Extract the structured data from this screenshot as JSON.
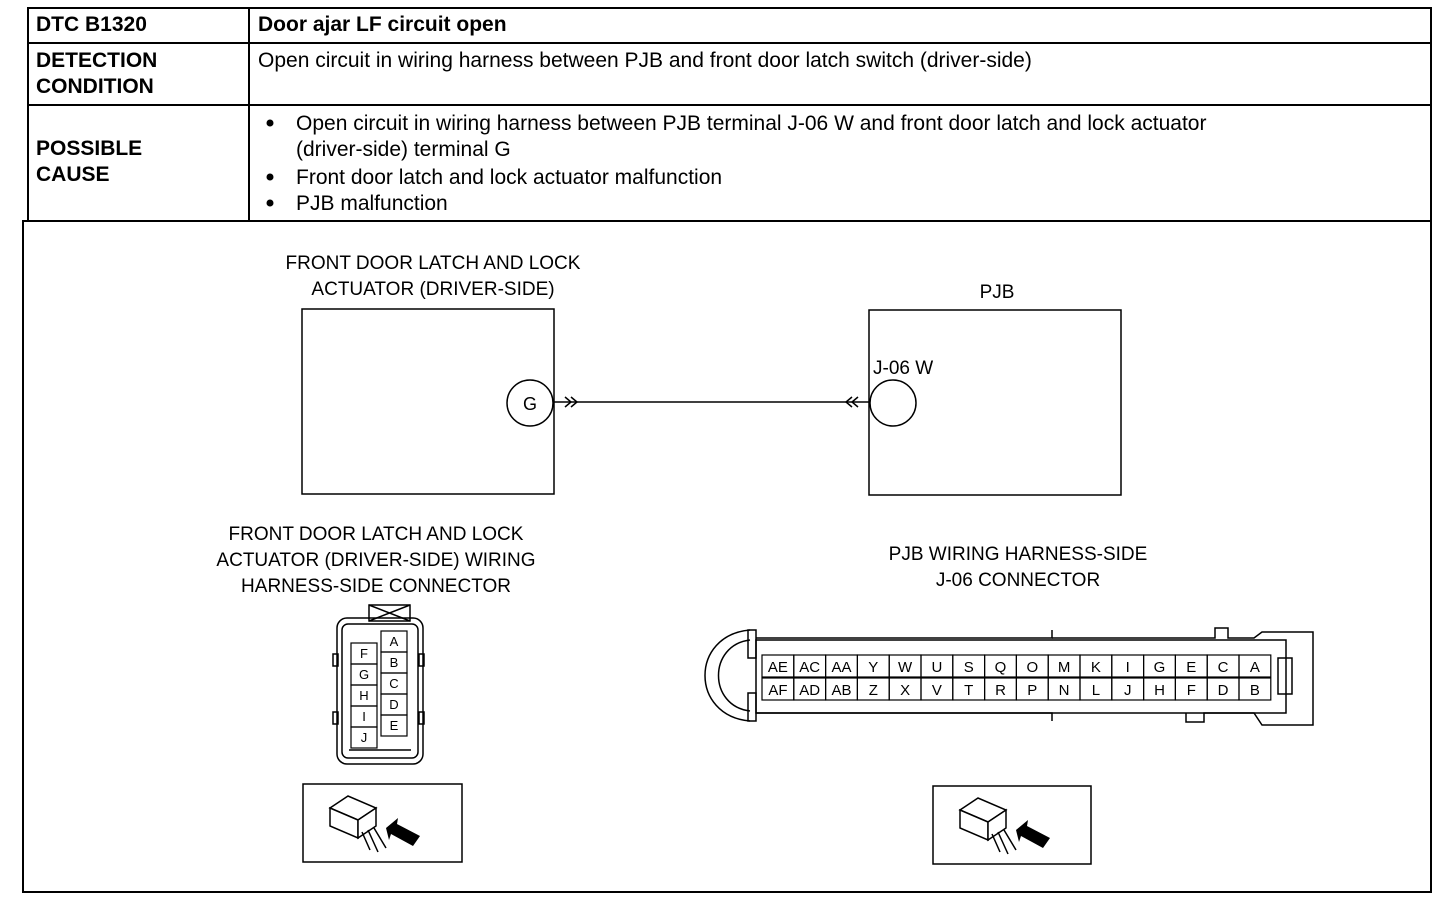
{
  "dtc": {
    "code_label": "DTC B1320",
    "title": "Door ajar LF circuit open"
  },
  "detection": {
    "label_line1": "DETECTION",
    "label_line2": "CONDITION",
    "text": "Open circuit in wiring harness between PJB and front door latch switch (driver-side)"
  },
  "possible_cause": {
    "label_line1": "POSSIBLE",
    "label_line2": "CAUSE",
    "items": [
      {
        "line1": "Open circuit in wiring harness between PJB terminal J-06 W and front door latch and lock actuator",
        "line2": "(driver-side) terminal G"
      },
      {
        "line1": "Front door latch and lock actuator malfunction"
      },
      {
        "line1": "PJB malfunction"
      }
    ]
  },
  "diagram": {
    "actuator_title_line1": "FRONT DOOR LATCH AND LOCK",
    "actuator_title_line2": "ACTUATOR (DRIVER-SIDE)",
    "actuator_terminal": "G",
    "pjb_title": "PJB",
    "pjb_terminal": "J-06 W",
    "actuator_connector_line1": "FRONT DOOR LATCH AND LOCK",
    "actuator_connector_line2": "ACTUATOR (DRIVER-SIDE) WIRING",
    "actuator_connector_line3": "HARNESS-SIDE CONNECTOR",
    "pjb_connector_line1": "PJB WIRING HARNESS-SIDE",
    "pjb_connector_line2": "J-06 CONNECTOR",
    "actuator_pins_left": [
      "F",
      "G",
      "H",
      "I",
      "J"
    ],
    "actuator_pins_right": [
      "A",
      "B",
      "C",
      "D",
      "E"
    ],
    "pjb_pins_top": [
      "AE",
      "AC",
      "AA",
      "Y",
      "W",
      "U",
      "S",
      "Q",
      "O",
      "M",
      "K",
      "I",
      "G",
      "E",
      "C",
      "A"
    ],
    "pjb_pins_bottom": [
      "AF",
      "AD",
      "AB",
      "Z",
      "X",
      "V",
      "T",
      "R",
      "P",
      "N",
      "L",
      "J",
      "H",
      "F",
      "D",
      "B"
    ]
  }
}
